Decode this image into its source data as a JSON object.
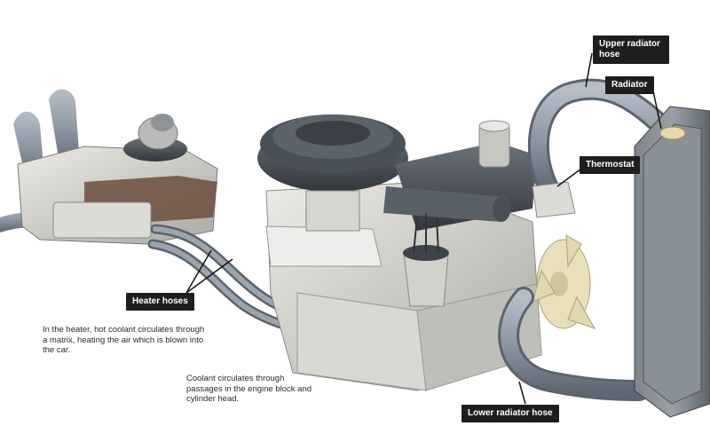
{
  "labels": {
    "upper_radiator_hose": "Upper radiator hose",
    "radiator": "Radiator",
    "thermostat": "Thermostat",
    "heater_hoses": "Heater hoses",
    "lower_radiator_hose": "Lower radiator hose"
  },
  "notes": {
    "heater": "In the heater, hot coolant circulates through a matrix, heating the air which is blown into the car.",
    "coolant": "Coolant circulates through passages in the engine block and cylinder head."
  },
  "colors": {
    "label_bg": "#1e1e1e",
    "label_text": "#ffffff",
    "hose": "#8d96a3",
    "metal": "#c9c9c3",
    "dark_metal": "#4a4f56"
  }
}
